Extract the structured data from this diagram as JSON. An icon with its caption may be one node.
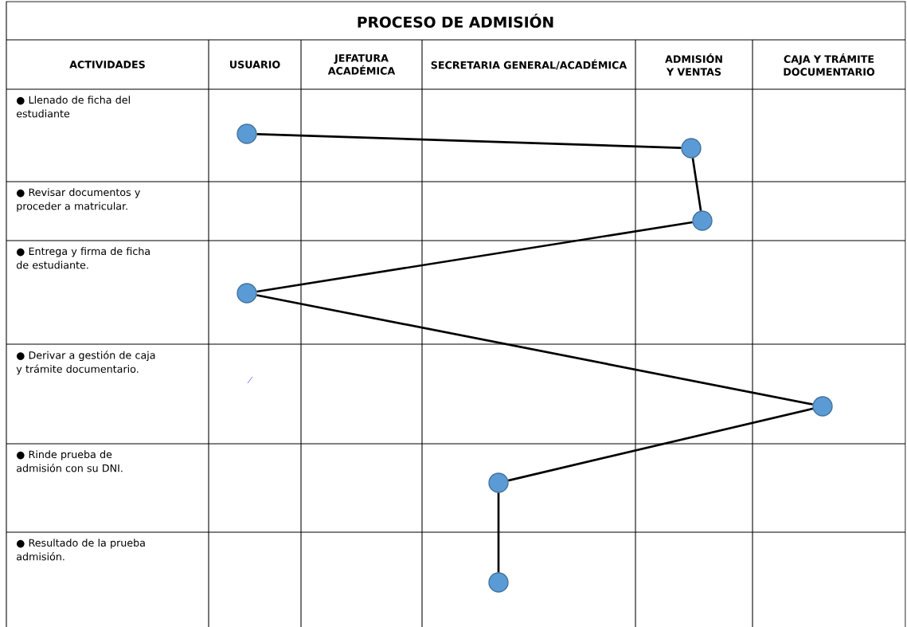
{
  "diagram": {
    "title": "PROCESO DE ADMISIÓN",
    "nodes": [
      {
        "text": [],
        "shape": "circle"
      },
      {
        "text": [],
        "shape": "circle"
      },
      {
        "text": [],
        "shape": "circle"
      },
      {
        "text": [],
        "shape": "circle"
      },
      {
        "text": [],
        "shape": "circle"
      },
      {
        "text": [],
        "shape": "circle"
      },
      {
        "text": [],
        "shape": "circle"
      }
    ],
    "edges": [
      {
        "from": 0,
        "to": 1,
        "arrow": "none"
      },
      {
        "from": 1,
        "to": 2,
        "arrow": "none"
      },
      {
        "from": 2,
        "to": 3,
        "arrow": "none"
      },
      {
        "from": 3,
        "to": 4,
        "arrow": "none"
      },
      {
        "from": 4,
        "to": 5,
        "arrow": "none"
      },
      {
        "from": 5,
        "to": 6,
        "arrow": "none"
      }
    ],
    "labels": [
      "ACTIVIDADES",
      "USUARIO",
      "JEFATURA ACADÉMICA",
      "SECRETARIA GENERAL/ACADÉMICA",
      "ADMISIÓN Y VENTAS",
      "CAJA Y TRÁMITE DOCUMENTARIO",
      "● Llenado de ficha del estudiante",
      "● Revisar documentos y proceder a matricular.",
      "● Entrega y firma de ficha de estudiante.",
      "● Derivar a gestión de caja y trámite documentario.",
      "● Rinde prueba de admisión con su DNI.",
      "● Resultado de la prueba admisión."
    ]
  }
}
